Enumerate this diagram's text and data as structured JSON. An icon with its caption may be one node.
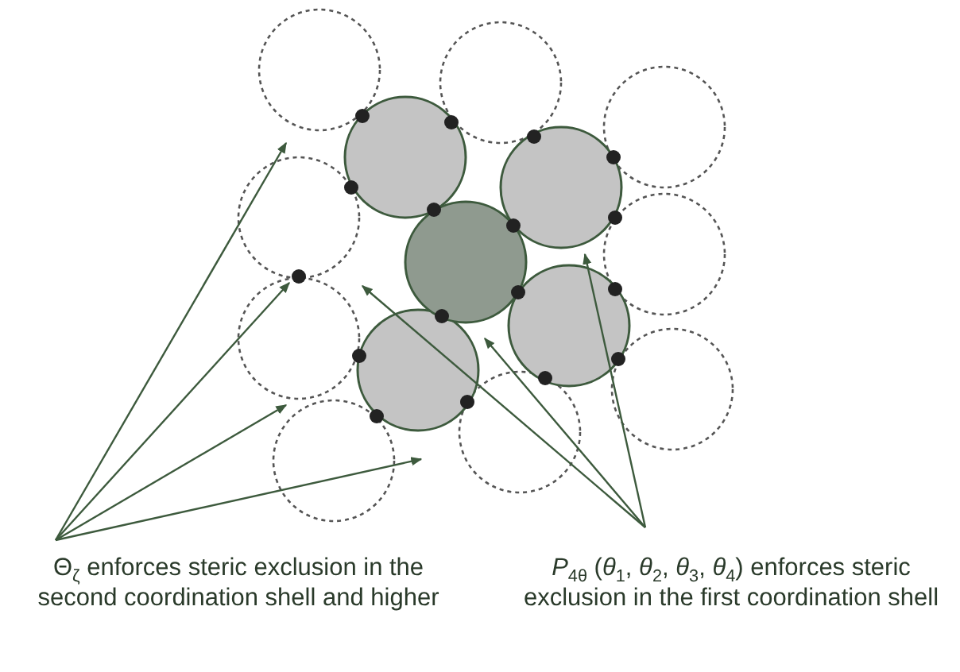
{
  "diagram": {
    "nodes": [
      {
        "text": [
          "Θ$_{ζ}$ enforces steric exclusion in the second coordination shell and higher"
        ]
      },
      {
        "text": [
          "*P*$_{4θ}$ (*θ*$_{1}$, *θ*$_{2}$, *θ*$_{3}$, *θ*$_{4}$) enforces steric exclusion in the first coordination shell"
        ]
      }
    ],
    "edges": [
      {
        "from": 0,
        "to": null,
        "arrow": "to"
      },
      {
        "from": 0,
        "to": null,
        "arrow": "to"
      },
      {
        "from": 0,
        "to": null,
        "arrow": "to"
      },
      {
        "from": 0,
        "to": null,
        "arrow": "to"
      },
      {
        "from": 1,
        "to": null,
        "arrow": "to"
      },
      {
        "from": 1,
        "to": null,
        "arrow": "to"
      },
      {
        "from": 1,
        "to": null,
        "arrow": "to"
      }
    ]
  }
}
